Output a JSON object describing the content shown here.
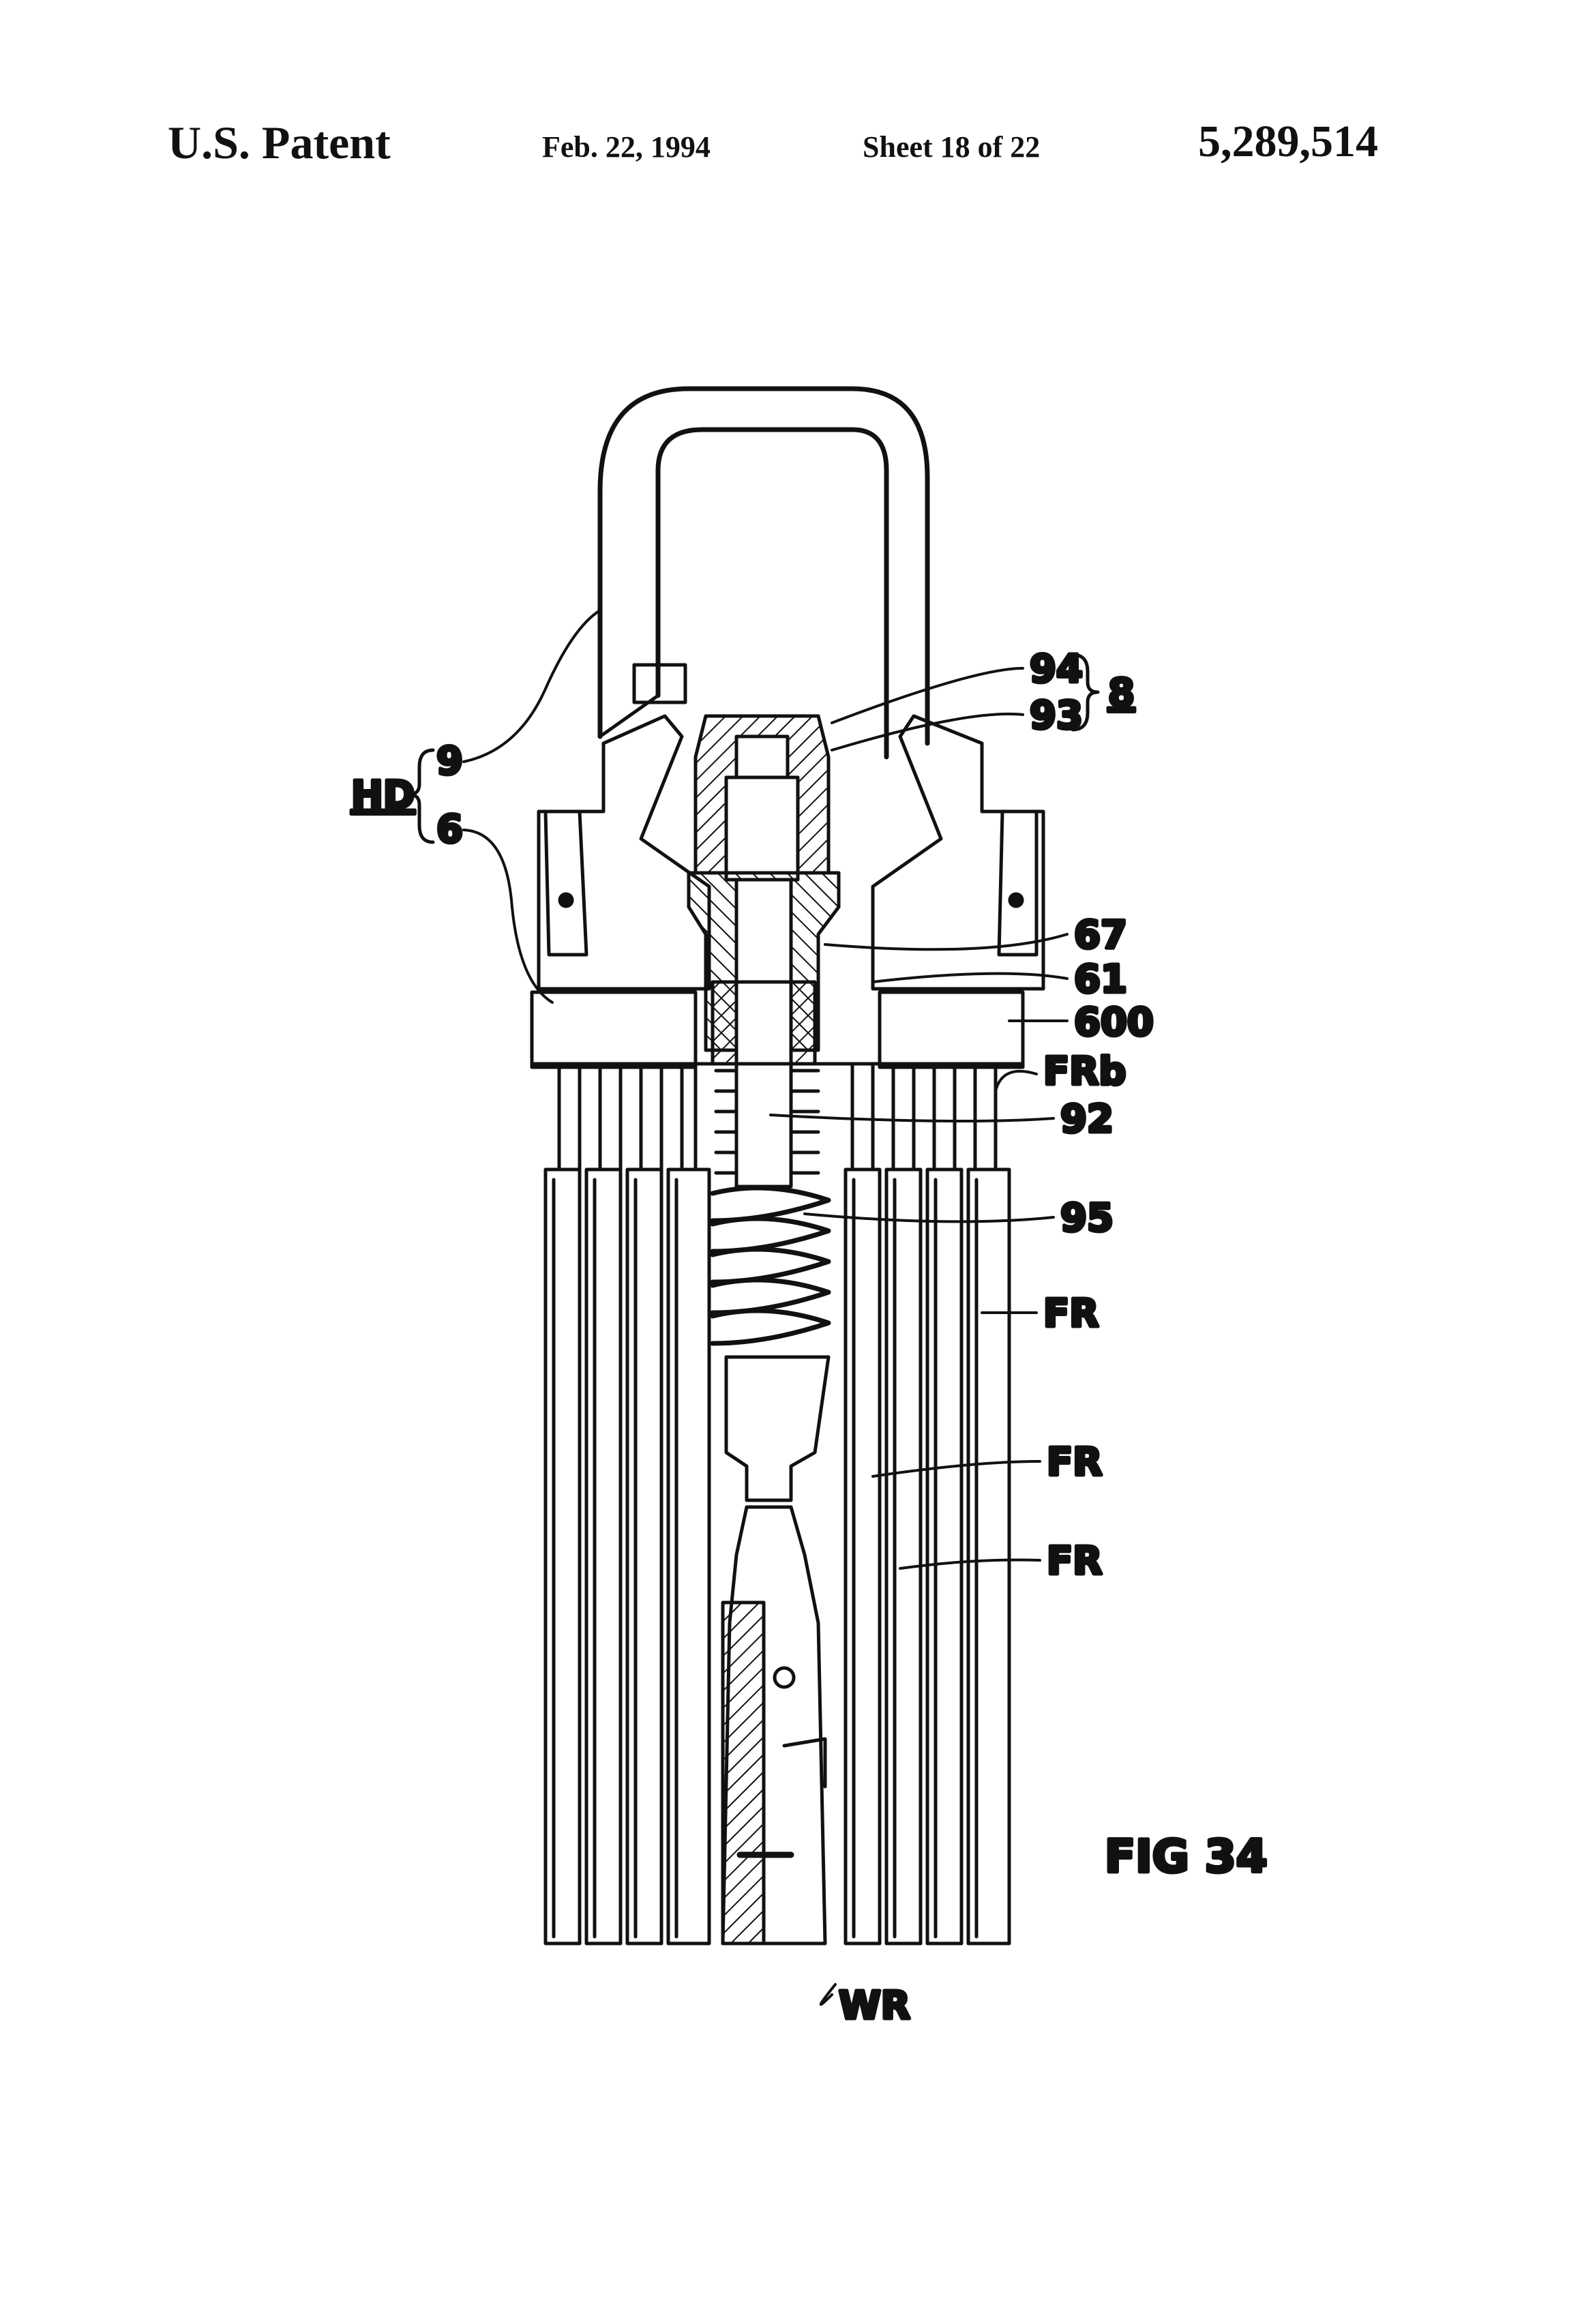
{
  "header": {
    "left_title": "U.S. Patent",
    "date": "Feb. 22, 1994",
    "sheet": "Sheet 18 of 22",
    "patent_number": "5,289,514"
  },
  "figure": {
    "caption": "FIG 34",
    "labels": {
      "l94": "94",
      "l93": "93",
      "l8": "8",
      "lHD": "HD",
      "l9": "9",
      "l6": "6",
      "l67": "67",
      "l61": "61",
      "l600": "600",
      "lFRb": "FRb",
      "l92": "92",
      "l95": "95",
      "lFR1": "FR",
      "lFR2": "FR",
      "lFR3": "FR",
      "lWR": "WR"
    }
  }
}
